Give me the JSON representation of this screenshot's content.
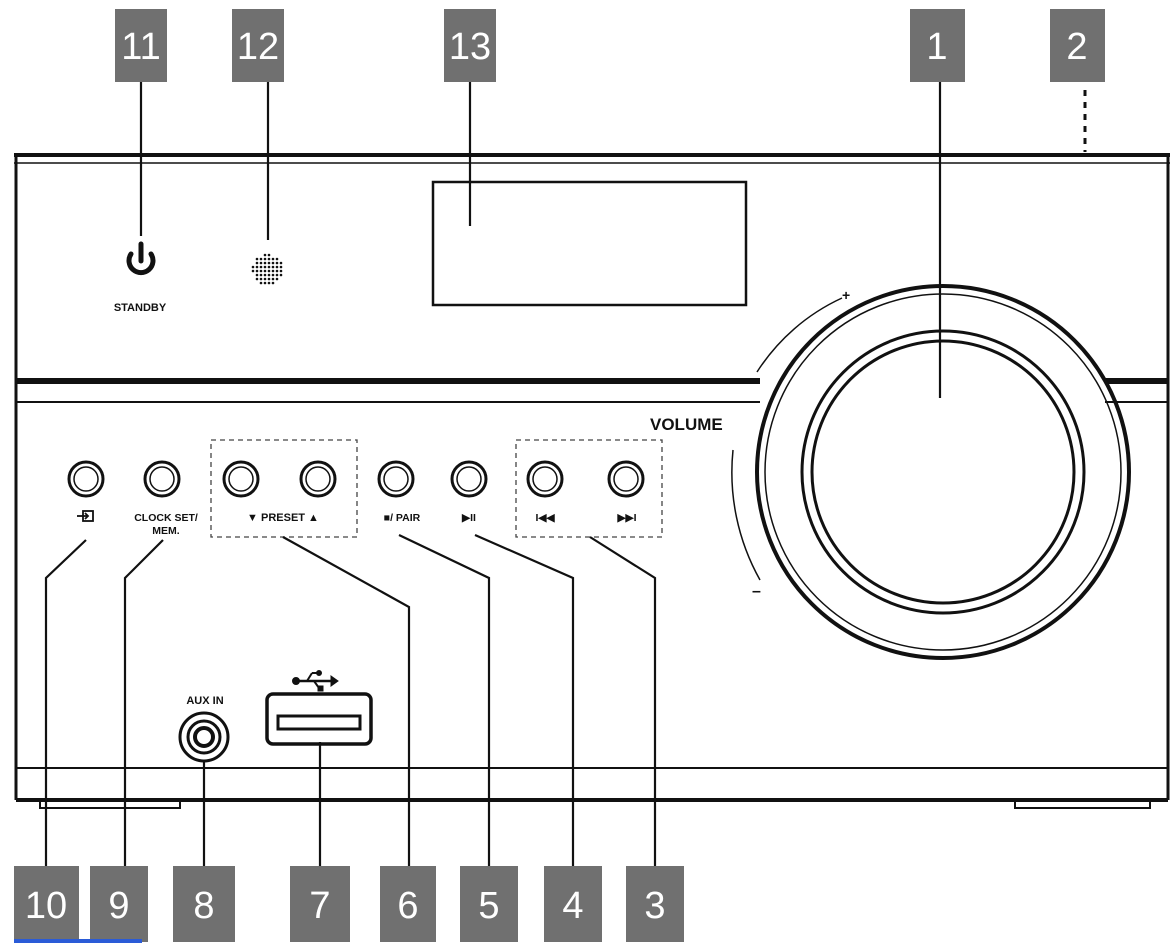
{
  "colors": {
    "callout_box": "#707070",
    "callout_text": "#ffffff",
    "outline": "#111111",
    "underline_accent": "#2a5bd7"
  },
  "callouts": {
    "c1": "1",
    "c2": "2",
    "c3": "3",
    "c4": "4",
    "c5": "5",
    "c6": "6",
    "c7": "7",
    "c8": "8",
    "c9": "9",
    "c10": "10",
    "c11": "11",
    "c12": "12",
    "c13": "13"
  },
  "labels": {
    "standby": "STANDBY",
    "volume": "VOLUME",
    "vol_plus": "+",
    "vol_minus": "–",
    "clock_set_line1": "CLOCK SET/",
    "clock_set_line2": "MEM.",
    "preset": "▼  PRESET ▲",
    "stop_pair": "■/ PAIR",
    "play_pause": "▶II",
    "prev": "I◀◀",
    "next": "▶▶I",
    "aux_in": "AUX IN"
  },
  "icons": {
    "power": "power-icon",
    "speaker_grille": "speaker-grille-icon",
    "source_input": "source-input-icon",
    "usb": "usb-icon"
  }
}
